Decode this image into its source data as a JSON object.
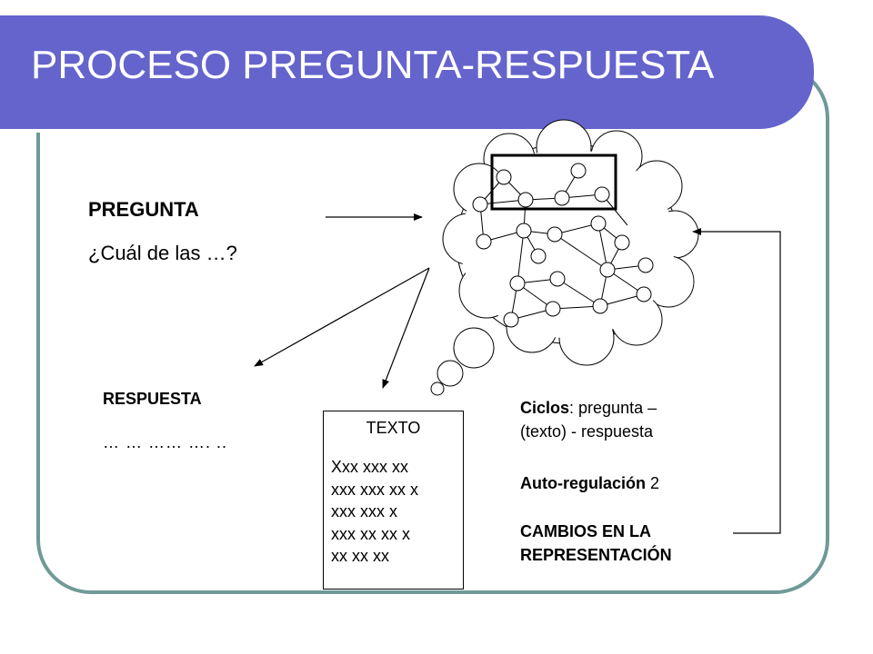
{
  "title": "PROCESO PREGUNTA-RESPUESTA",
  "pregunta": {
    "heading": "PREGUNTA",
    "text": "¿Cuál de las …?"
  },
  "respuesta": {
    "heading": "RESPUESTA",
    "text": "… … …… …. .."
  },
  "texto_box": {
    "heading": "TEXTO",
    "lines": [
      "Xxx xxx xx",
      "xxx xxx xx x",
      "xxx xxx x",
      "xxx xx xx x",
      "xx xx xx"
    ]
  },
  "notes": {
    "ciclos_bold": "Ciclos",
    "ciclos_line1_rest": ": pregunta –",
    "ciclos_line2": "(texto) - respuesta",
    "auto_bold": "Auto-regulación",
    "auto_rest": " 2",
    "cambios_line1": "CAMBIOS EN LA",
    "cambios_line2": "REPRESENTACIÓN"
  },
  "colors": {
    "title_bar": "#6464cc",
    "frame": "#6f9a97"
  }
}
